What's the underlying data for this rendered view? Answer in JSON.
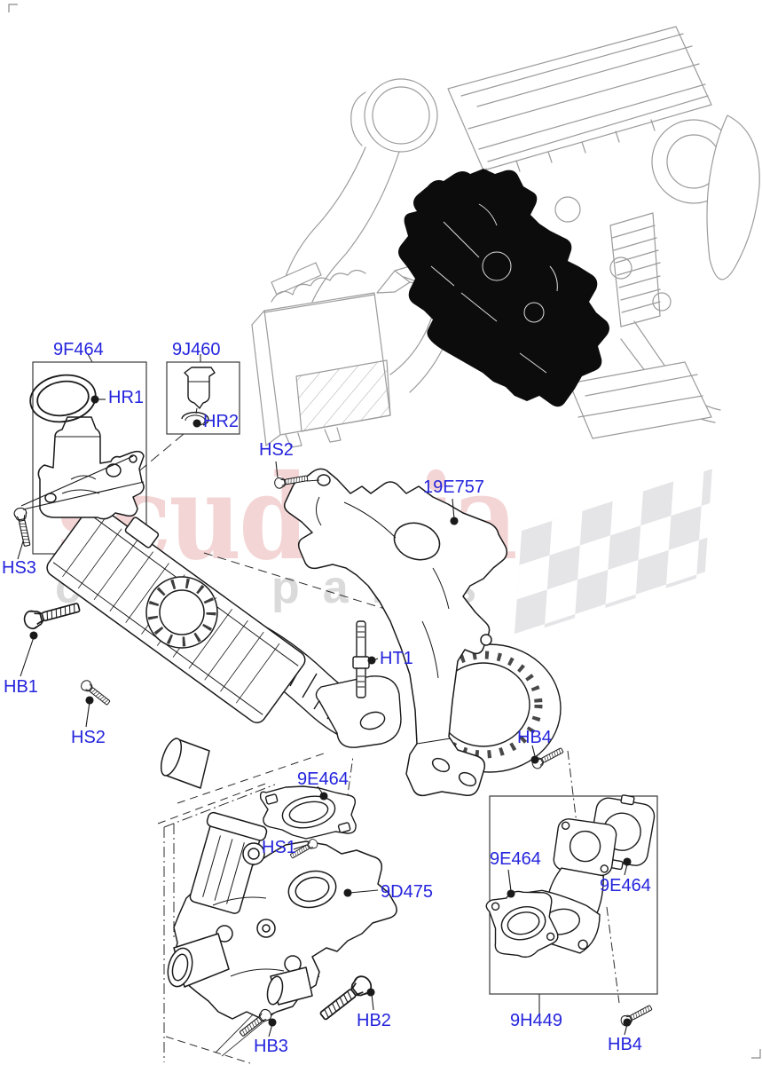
{
  "watermark": {
    "brand": "scuderia",
    "word_left": "car",
    "word_right": "parts",
    "brand_color": "rgba(205,62,62,0.22)",
    "letters_color": "#dadada",
    "flag_color": "#e2e2e4"
  },
  "diagram": {
    "callout_color": "#2424dd",
    "highlight_fill": "#0c0c0c",
    "engine_line_color": "#9b9b9b"
  },
  "callouts": [
    {
      "id": "9F464",
      "text": "9F464"
    },
    {
      "id": "9J460",
      "text": "9J460"
    },
    {
      "id": "HR1",
      "text": "HR1"
    },
    {
      "id": "HR2",
      "text": "HR2"
    },
    {
      "id": "HS2-top",
      "text": "HS2"
    },
    {
      "id": "19E757",
      "text": "19E757"
    },
    {
      "id": "HS3",
      "text": "HS3"
    },
    {
      "id": "HB1",
      "text": "HB1"
    },
    {
      "id": "HS2-lower",
      "text": "HS2"
    },
    {
      "id": "HT1",
      "text": "HT1"
    },
    {
      "id": "HB4-top",
      "text": "HB4"
    },
    {
      "id": "9E464-center",
      "text": "9E464"
    },
    {
      "id": "HS1",
      "text": "HS1"
    },
    {
      "id": "9D475",
      "text": "9D475"
    },
    {
      "id": "9E464-left",
      "text": "9E464"
    },
    {
      "id": "9E464-right",
      "text": "9E464"
    },
    {
      "id": "HB2",
      "text": "HB2"
    },
    {
      "id": "HB3",
      "text": "HB3"
    },
    {
      "id": "9H449",
      "text": "9H449"
    },
    {
      "id": "HB4-bottom",
      "text": "HB4"
    }
  ]
}
